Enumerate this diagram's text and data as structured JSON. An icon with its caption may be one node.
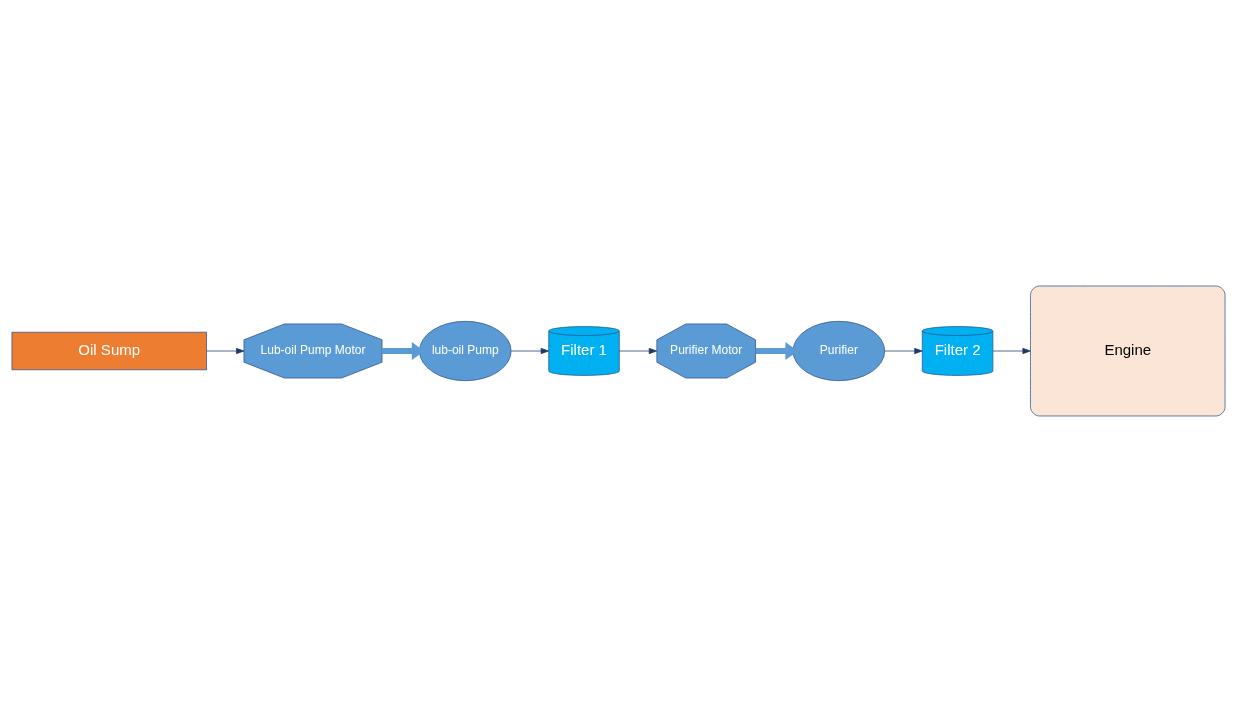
{
  "diagram": {
    "nodes": [
      {
        "text": [
          "Engine"
        ]
      },
      {
        "text": [
          "Oil Sump"
        ]
      },
      {
        "text": [
          "Lub-oil Pump Motor"
        ]
      },
      {
        "text": [
          "lub-oil Pump"
        ]
      },
      {
        "text": [
          "Filter 1"
        ]
      },
      {
        "text": [
          "Purifier Motor"
        ]
      },
      {
        "text": [
          "Purifier"
        ]
      },
      {
        "text": [
          "Filter 2"
        ]
      }
    ],
    "edges": [
      {
        "from": 1,
        "to": 2,
        "arrow": "to"
      },
      {
        "from": 2,
        "to": 3,
        "arrow": "to",
        "style": "thick",
        "color": "#5b9bd5"
      },
      {
        "from": 3,
        "to": 4,
        "arrow": "to"
      },
      {
        "from": 4,
        "to": 5,
        "arrow": "to"
      },
      {
        "from": 5,
        "to": 6,
        "arrow": "to",
        "style": "thick",
        "color": "#5b9bd5"
      },
      {
        "from": 6,
        "to": 7,
        "arrow": "to"
      },
      {
        "from": 7,
        "to": 0,
        "arrow": "to"
      }
    ]
  }
}
